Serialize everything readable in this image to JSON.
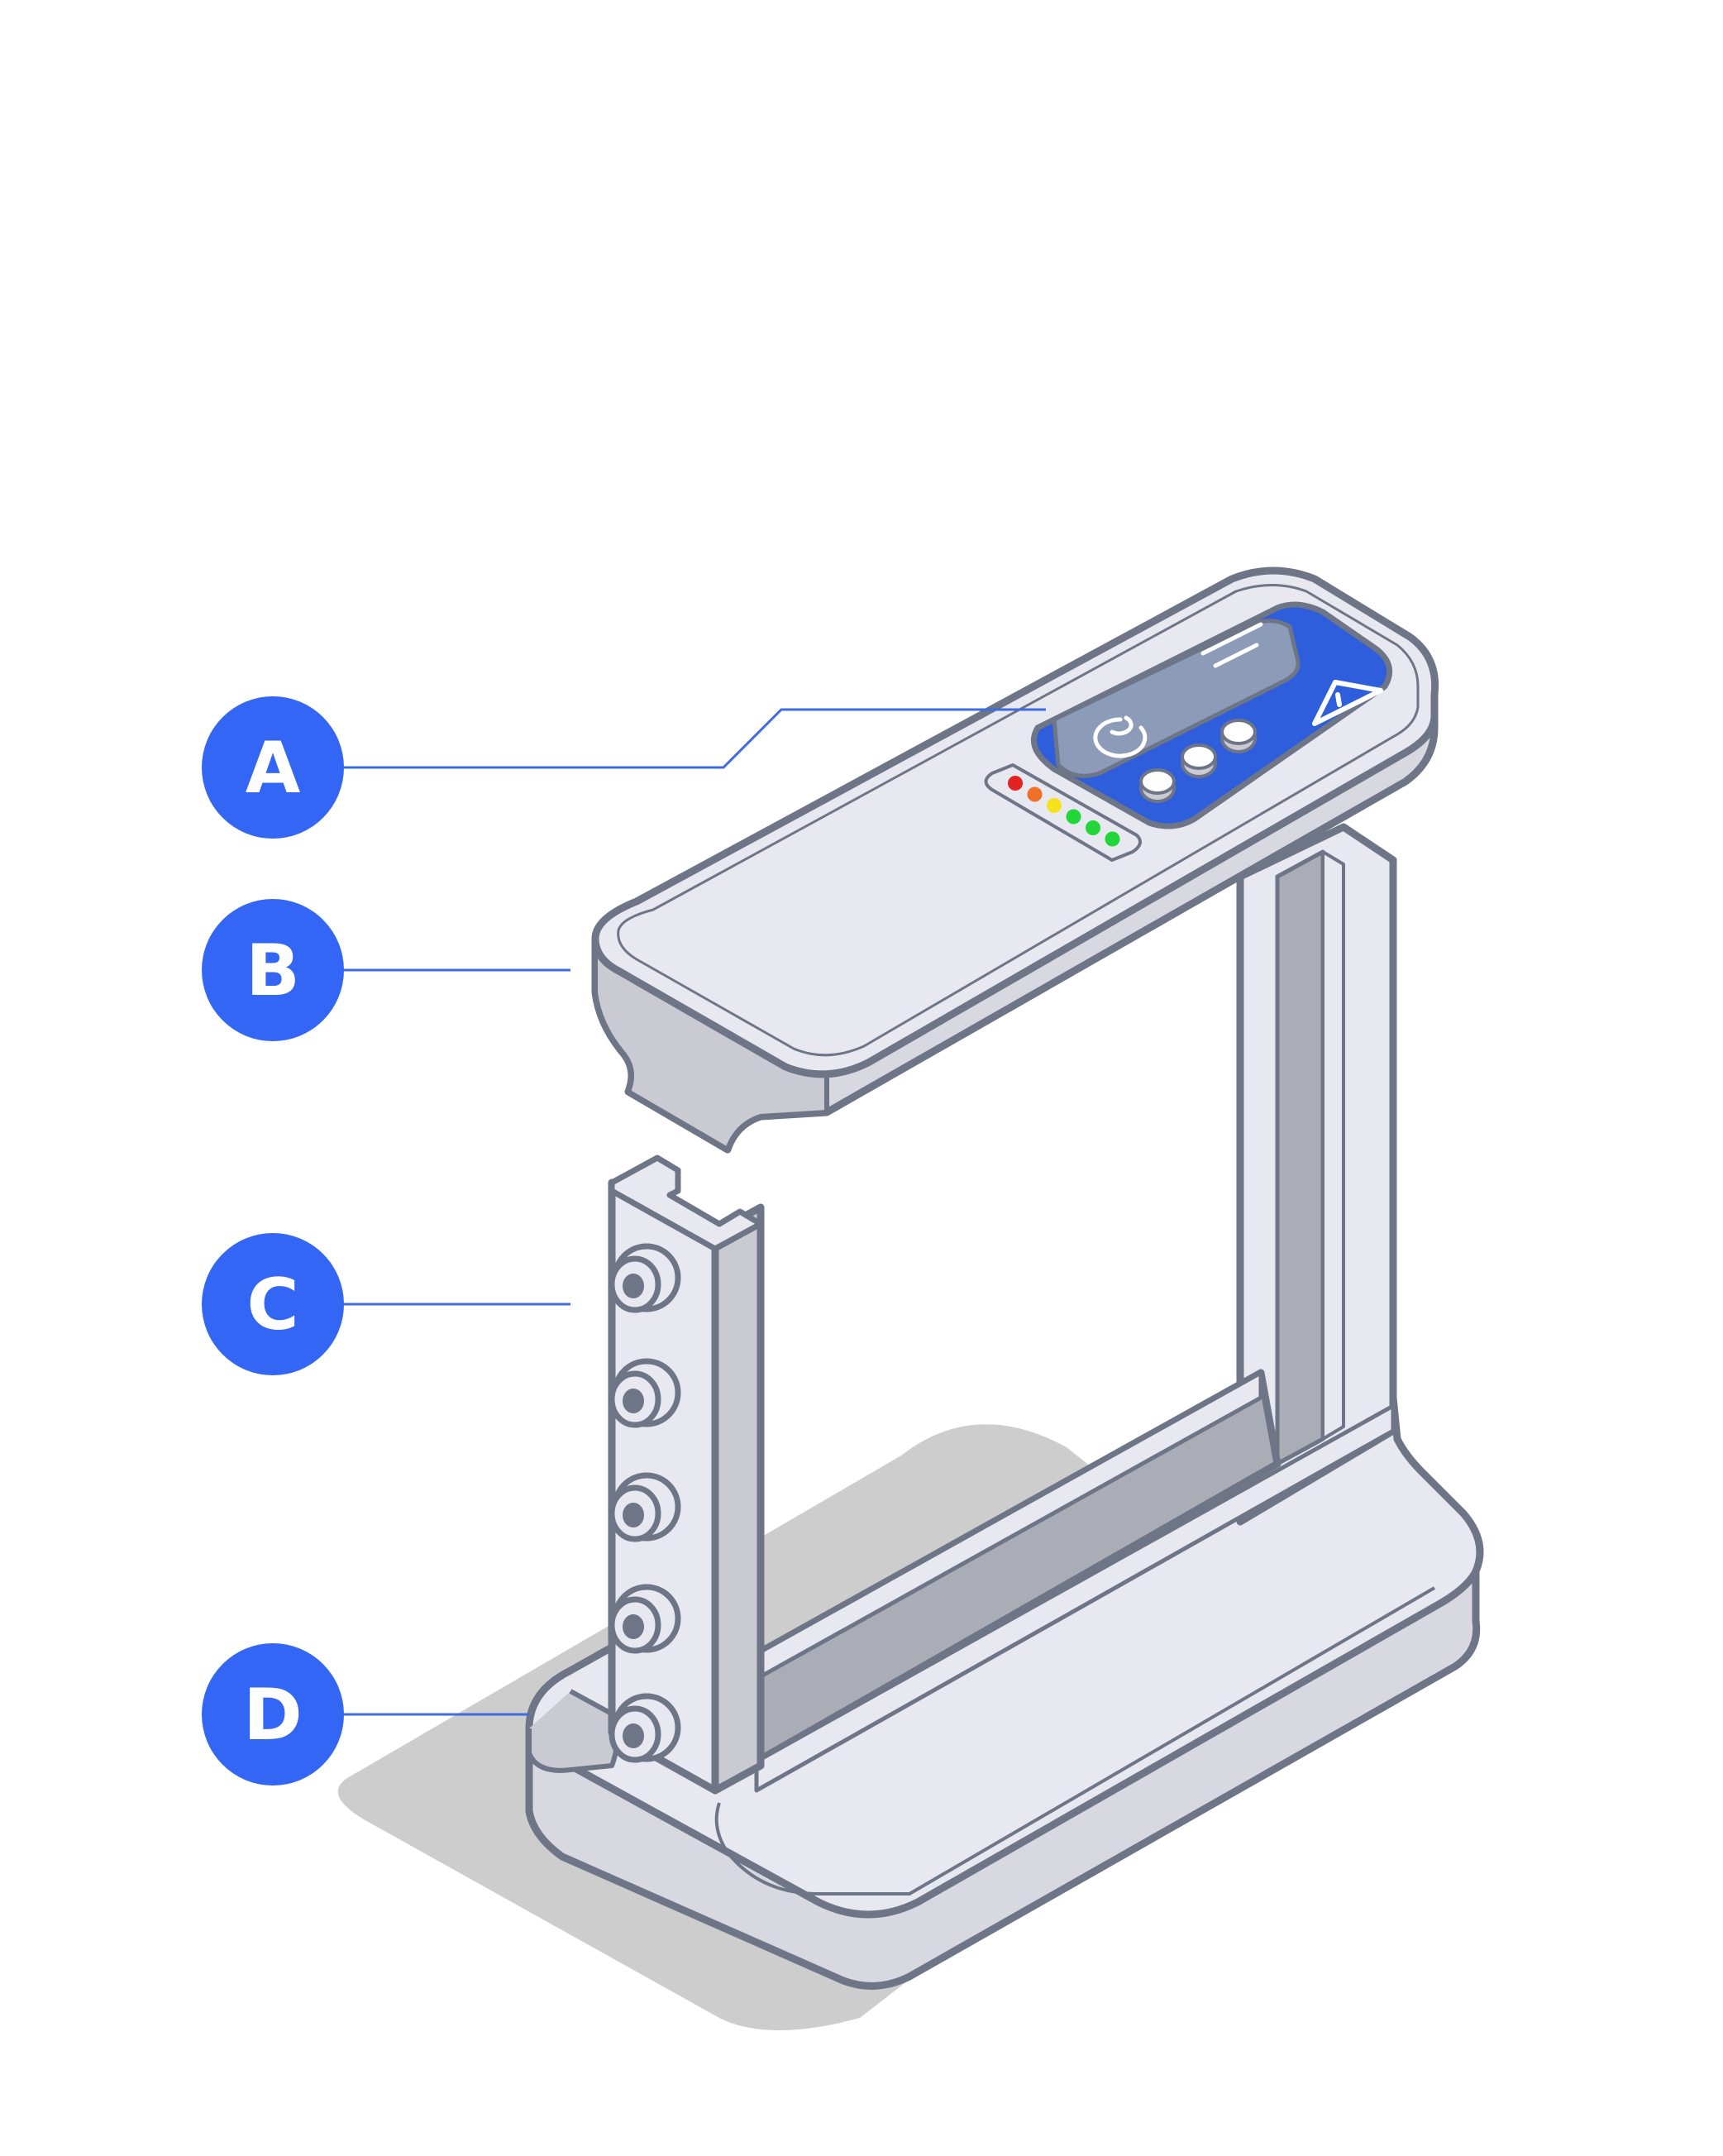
{
  "colors": {
    "callout_fill": "#3366F4",
    "callout_text": "#FFFFFF",
    "leader_line": "#3D6BE0",
    "outline": "#6E7587",
    "body_light": "#E8E9F0",
    "body_shade": "#C9CAD2",
    "body_dark": "#ABADB6",
    "panel_blue": "#2F5EDC",
    "screen": "#8C9BB8",
    "shadow": "#CDCDCD",
    "led_colors": [
      "#E52222",
      "#F0702A",
      "#F3E21C",
      "#22D63A",
      "#22D63A",
      "#22D63A"
    ]
  },
  "callouts": [
    {
      "id": "A",
      "label": "A"
    },
    {
      "id": "B",
      "label": "B"
    },
    {
      "id": "C",
      "label": "C"
    },
    {
      "id": "D",
      "label": "D"
    }
  ],
  "icons": {
    "panel_left_icon": "power-arc-icon",
    "panel_right_icon": "warning-triangle-icon"
  }
}
